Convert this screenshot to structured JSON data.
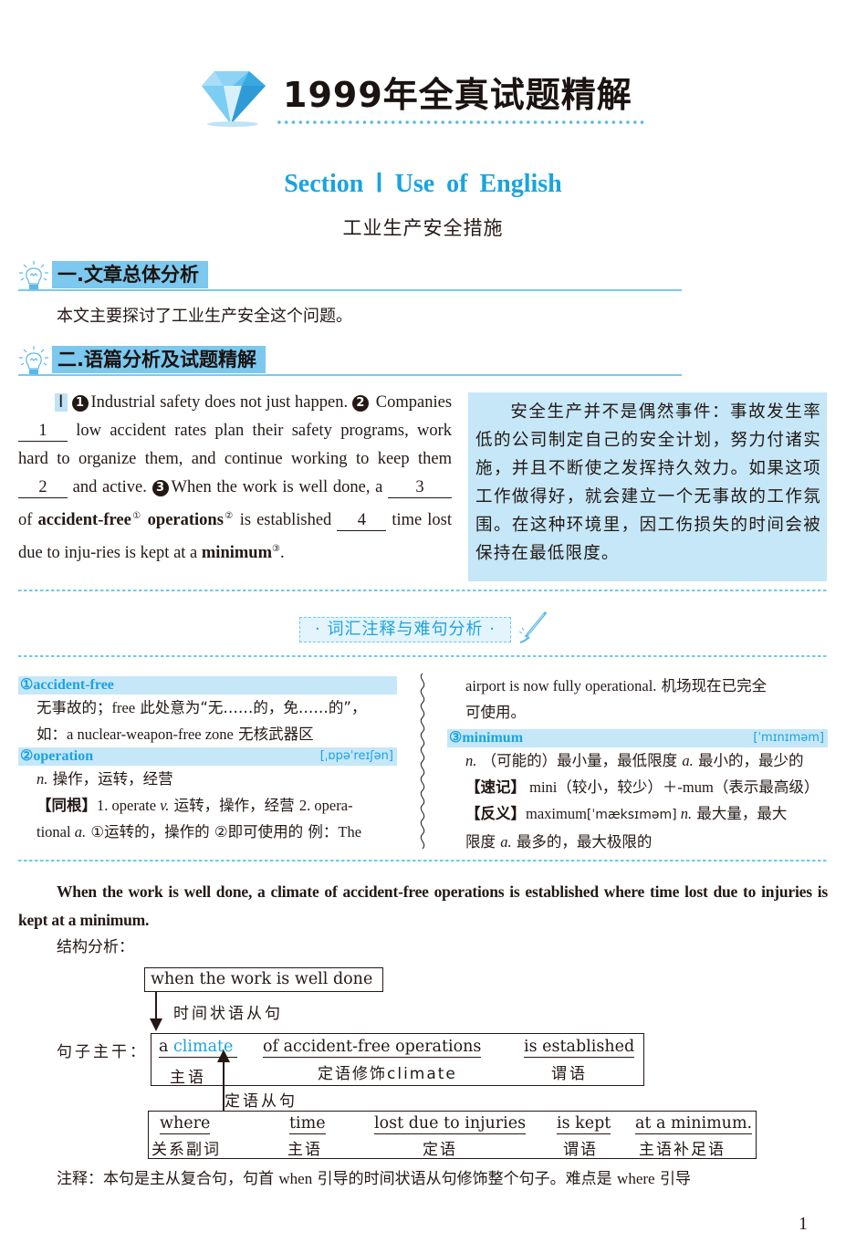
{
  "header": {
    "title": "1999年全真试题精解",
    "section": "Section  Ⅰ  Use of English",
    "subtitle": "工业生产安全措施"
  },
  "section1": {
    "heading": "一.文章总体分析",
    "text": "本文主要探讨了工业生产安全这个问题。"
  },
  "section2": {
    "heading": "二.语篇分析及试题精解"
  },
  "passage": {
    "para_no": "Ⅰ",
    "s1_num": "1",
    "s1": "Industrial safety does not just happen.",
    "s2_num": "2",
    "s2a": "Companies",
    "blank1": "1",
    "s2b": "low accident rates plan their safety programs, work hard to organize them, and continue working to keep them",
    "blank2": "2",
    "s2c": "and active.",
    "s3_num": "3",
    "s3a": "When the work is well done, a",
    "blank3": "3",
    "s3b": "of",
    "term1": "accident-free",
    "sup1": "①",
    "term2": "operations",
    "sup2": "②",
    "s3c": "is established",
    "blank4": "4",
    "s3d": "time lost due to inju-ries is kept at a",
    "term3": "minimum",
    "sup3": "③",
    "s3e": "."
  },
  "translation": {
    "text": "安全生产并不是偶然事件：事故发生率低的公司制定自己的安全计划，努力付诸实施，并且不断使之发挥持久效力。如果这项工作做得好，就会建立一个无事故的工作氛围。在这种环境里，因工伤损失的时间会被保持在最低限度。"
  },
  "vocab_badge": "· 词汇注释与难句分析 ·",
  "vocab": {
    "items": [
      {
        "head": "①accident-free",
        "phonetic": "",
        "l1_cn": "无事故的；",
        "l1_en": "free",
        "l1_cn2": " 此处意为“无……的，免……的”，",
        "l2_cn": "如：",
        "l2_en": "a nuclear-weapon-free zone",
        "l2_cn2": " 无核武器区"
      },
      {
        "head": "②operation",
        "phonetic": "[ˌɒpəˈreɪʃən]",
        "l1_pos": "n.",
        "l1_cn": " 操作，运转，经营",
        "l2_tag": "【同根】",
        "l2_en": "1. operate ",
        "l2_pos": "v.",
        "l2_cn": " 运转，操作，经营 ",
        "l2_en2": "2. opera-",
        "l3_en": "tional ",
        "l3_pos": "a.",
        "l3_cn": " ①运转的，操作的 ②即可使用的 例：",
        "l3_en2": "The",
        "l4_en": "airport is now fully operational.",
        "l4_cn": " 机场现在已完全",
        "l5_cn": "可使用。"
      },
      {
        "head": "③minimum",
        "phonetic": "[ˈmɪnɪməm]",
        "l1_pos": "n.",
        "l1_cn": " （可能的）最小量，最低限度 ",
        "l1_pos2": "a.",
        "l1_cn2": " 最小的，最少的",
        "l2_tag": "【速记】",
        "l2_en": " mini",
        "l2_cn": "（较小，较少）＋",
        "l2_en2": "-mum",
        "l2_cn2": "（表示最高级）",
        "l3_tag": "【反义】",
        "l3_en": "maximum",
        "l3_ph": "[ˈmæksɪməm]",
        "l3_pos": " n.",
        "l3_cn": " 最大量，最大",
        "l4_cn": "限度 ",
        "l4_pos": "a.",
        "l4_cn2": " 最多的，最大极限的"
      }
    ]
  },
  "key_sentence": "When the work is well done, a climate of accident-free operations is established where time lost due to injuries is kept at a minimum.",
  "structure_label": "结构分析：",
  "diagram": {
    "adv_clause": "when the work is well done",
    "adv_label": "时间状语从句",
    "main_label": "句子主干：",
    "subj_a": "a ",
    "subj_word": "climate",
    "subj_label": "主语",
    "attr_phrase": "of accident-free operations",
    "attr_label": "定语修饰climate",
    "pred": "is established",
    "pred_label": "谓语",
    "rel_label": "定语从句",
    "rel_parts": [
      {
        "en": "where",
        "cn": "关系副词"
      },
      {
        "en": "time",
        "cn": "主语"
      },
      {
        "en": "lost due to injuries",
        "cn": "定语"
      },
      {
        "en": "is kept",
        "cn": "谓语"
      },
      {
        "en": "at a minimum.",
        "cn": "主语补足语"
      }
    ]
  },
  "note": {
    "cn1": "注释：本句是主从复合句，句首 ",
    "en1": "when",
    "cn2": " 引导的时间状语从句修饰整个句子。难点是 ",
    "en2": "where",
    "cn3": " 引导"
  },
  "page_number": "1",
  "colors": {
    "accent_blue": "#1aa3e0",
    "header_bar": "#7cc8ee",
    "translation_bg": "#c5e7f8",
    "text": "#231815"
  }
}
